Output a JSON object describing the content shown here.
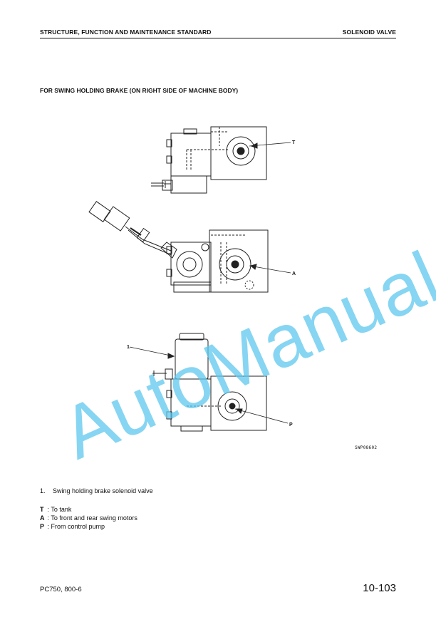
{
  "header": {
    "left": "STRUCTURE, FUNCTION AND MAINTENANCE STANDARD",
    "right": "SOLENOID VALVE"
  },
  "section_title": "FOR SWING HOLDING BRAKE (ON RIGHT SIDE OF MACHINE BODY)",
  "figure": {
    "callouts": {
      "T": "T",
      "A": "A",
      "one": "1",
      "P": "P"
    },
    "code": "SWP08602"
  },
  "legend": {
    "items": [
      {
        "num": "1.",
        "text": "Swing holding brake solenoid valve"
      }
    ]
  },
  "ports": [
    {
      "key": "T",
      "text": " : To tank"
    },
    {
      "key": "A",
      "text": " : To front and rear swing motors"
    },
    {
      "key": "P",
      "text": " : From control pump"
    }
  ],
  "footer": {
    "model": "PC750, 800-6",
    "page": "10-103"
  },
  "watermark": "AutoManual"
}
